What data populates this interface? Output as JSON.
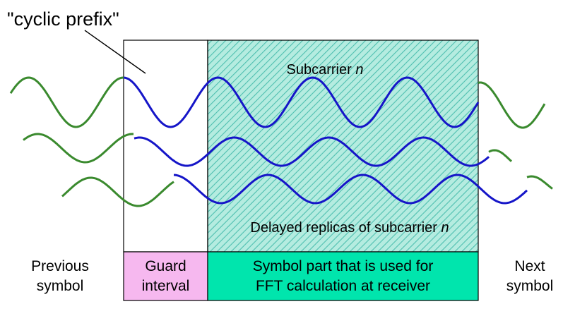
{
  "labels": {
    "cyclic_prefix": "\"cyclic prefix\"",
    "subcarrier_prefix": "Subcarrier ",
    "subcarrier_n": "n",
    "delayed_prefix": "Delayed replicas of subcarrier ",
    "delayed_n": "n",
    "previous_line1": "Previous",
    "previous_line2": "symbol",
    "next_line1": "Next",
    "next_line2": "symbol",
    "guard_line1": "Guard",
    "guard_line2": "interval",
    "fft_line1": "Symbol part that is used for",
    "fft_line2": "FFT calculation at receiver"
  },
  "colors": {
    "hatch_fill": "#b5ece0",
    "hatch_line": "#4fbfb0",
    "guard_box": "#f6b8ef",
    "fft_box": "#00e5ad",
    "wave_current": "#1515c8",
    "wave_adjacent": "#3a8a2e",
    "outline": "#000000"
  }
}
